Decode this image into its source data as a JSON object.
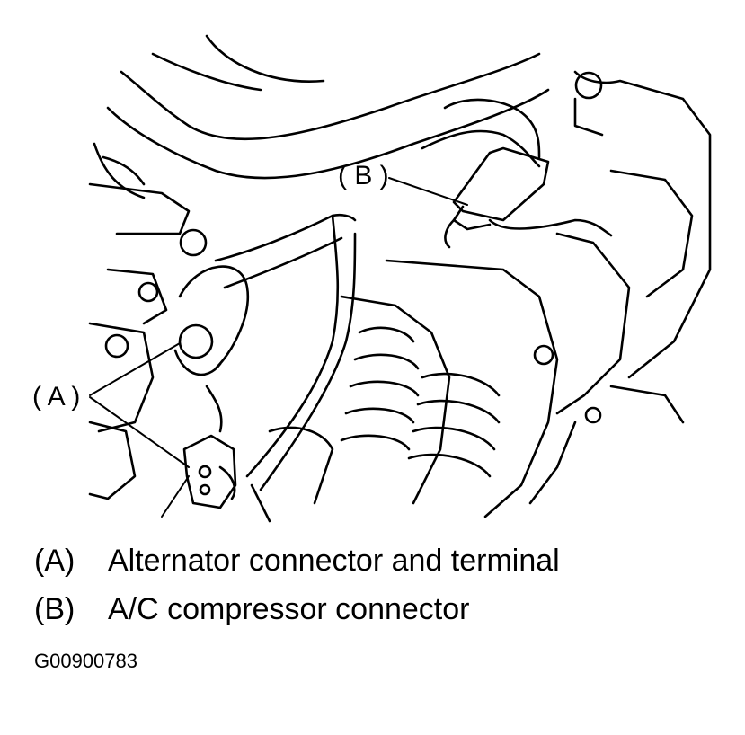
{
  "callouts": {
    "a": "( A )",
    "b": "( B )"
  },
  "legend": [
    {
      "key": "(A)",
      "text": "Alternator connector and terminal"
    },
    {
      "key": "(B)",
      "text": "A/C compressor connector"
    }
  ],
  "figure_id": "G00900783"
}
